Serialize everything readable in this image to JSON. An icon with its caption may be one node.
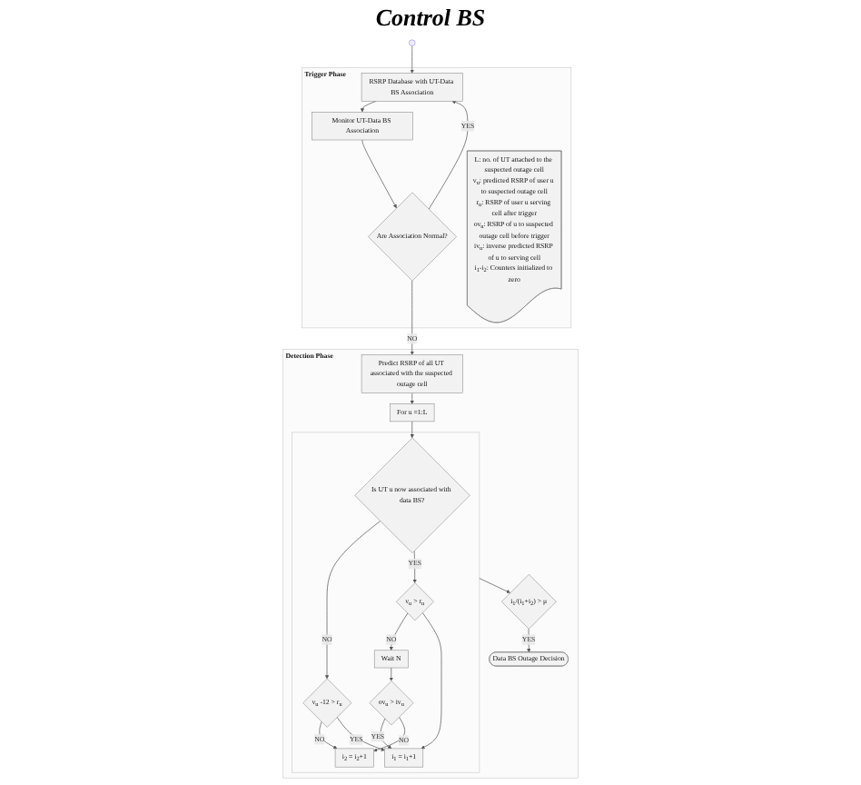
{
  "diagram": {
    "title": "Control BS",
    "nodes": [
      {
        "text": [
          "Trigger Phase"
        ]
      },
      {
        "text": [
          "RSRP Database with UT-Data BS Association"
        ],
        "in": 0
      },
      {
        "text": [
          "Monitor UT-Data BS Association"
        ],
        "in": 0
      },
      {
        "text": [
          "Are Association Normal?"
        ],
        "in": 0
      },
      {
        "text": [
          "L: no. of UT attached to the suspected outage cell",
          "v$_{u}$: predicted RSRP of user u to suspected outage cell",
          "r$_{u}$: RSRP of user u serving cell after trigger",
          "ov$_{u}$: RSRP of u to suspected outage cell before trigger",
          "iv$_{u}$: inverse predicted RSRP of u to serving cell",
          "i$_{1}$-i$_{2}$: Counters initialized to zero"
        ],
        "in": 0
      },
      {
        "text": [
          "Detection Phase"
        ]
      },
      {
        "text": [
          "Predict RSRP of all UT associated with the suspected outage cell"
        ],
        "in": 5
      },
      {
        "text": [
          "For u =1:L"
        ],
        "in": 5
      },
      {
        "text": [],
        "shape": "box",
        "in": 5
      },
      {
        "text": [
          "Is UT u now associated with data BS?"
        ],
        "in": 8
      },
      {
        "text": [
          "v$_{u}$ -12 > r$_{u}$"
        ],
        "in": 8
      },
      {
        "text": [
          "v$_{u}$ > r$_{u}$"
        ],
        "in": 8
      },
      {
        "text": [
          "Wait N"
        ],
        "in": 8
      },
      {
        "text": [
          "i$_{1}$ = i$_{1}$+1"
        ],
        "in": 8
      },
      {
        "text": [
          "ov$_{u}$ > iv$_{u}$"
        ],
        "in": 8
      },
      {
        "text": [
          "i$_{2}$ = i$_{2}$+1"
        ],
        "in": 8
      },
      {
        "text": [
          "i$_{1}$/(i$_{1}$+i$_{2}$) > μ"
        ],
        "in": 5
      },
      {
        "text": [
          "Data BS Outage Decision"
        ],
        "in": 5
      }
    ],
    "edges": [
      {
        "from": null,
        "to": 1,
        "arrow": "to"
      },
      {
        "from": 1,
        "to": 2,
        "arrow": "to"
      },
      {
        "from": 2,
        "to": 3,
        "arrow": "to"
      },
      {
        "from": 3,
        "to": 1,
        "arrow": "to",
        "label": "YES"
      },
      {
        "from": 3,
        "to": 6,
        "arrow": "to",
        "label": "NO"
      },
      {
        "from": 6,
        "to": 7,
        "arrow": "to"
      },
      {
        "from": 7,
        "to": 9,
        "arrow": "to"
      },
      {
        "from": 9,
        "to": 10,
        "arrow": "to",
        "label": "NO"
      },
      {
        "from": 9,
        "to": 11,
        "arrow": "to",
        "label": "YES"
      },
      {
        "from": 10,
        "to": 15,
        "arrow": "to",
        "label": "NO"
      },
      {
        "from": 10,
        "to": 13,
        "arrow": "to",
        "label": "YES"
      },
      {
        "from": 11,
        "to": 12,
        "arrow": "to",
        "label": "NO"
      },
      {
        "from": 11,
        "to": 13,
        "arrow": "to"
      },
      {
        "from": 12,
        "to": 14,
        "arrow": "to"
      },
      {
        "from": 14,
        "to": 13,
        "arrow": "to",
        "label": "YES"
      },
      {
        "from": 14,
        "to": 15,
        "arrow": "to",
        "label": "NO"
      },
      {
        "from": 8,
        "to": 16,
        "arrow": "to"
      },
      {
        "from": 16,
        "to": 17,
        "arrow": "to",
        "label": "YES"
      }
    ]
  }
}
